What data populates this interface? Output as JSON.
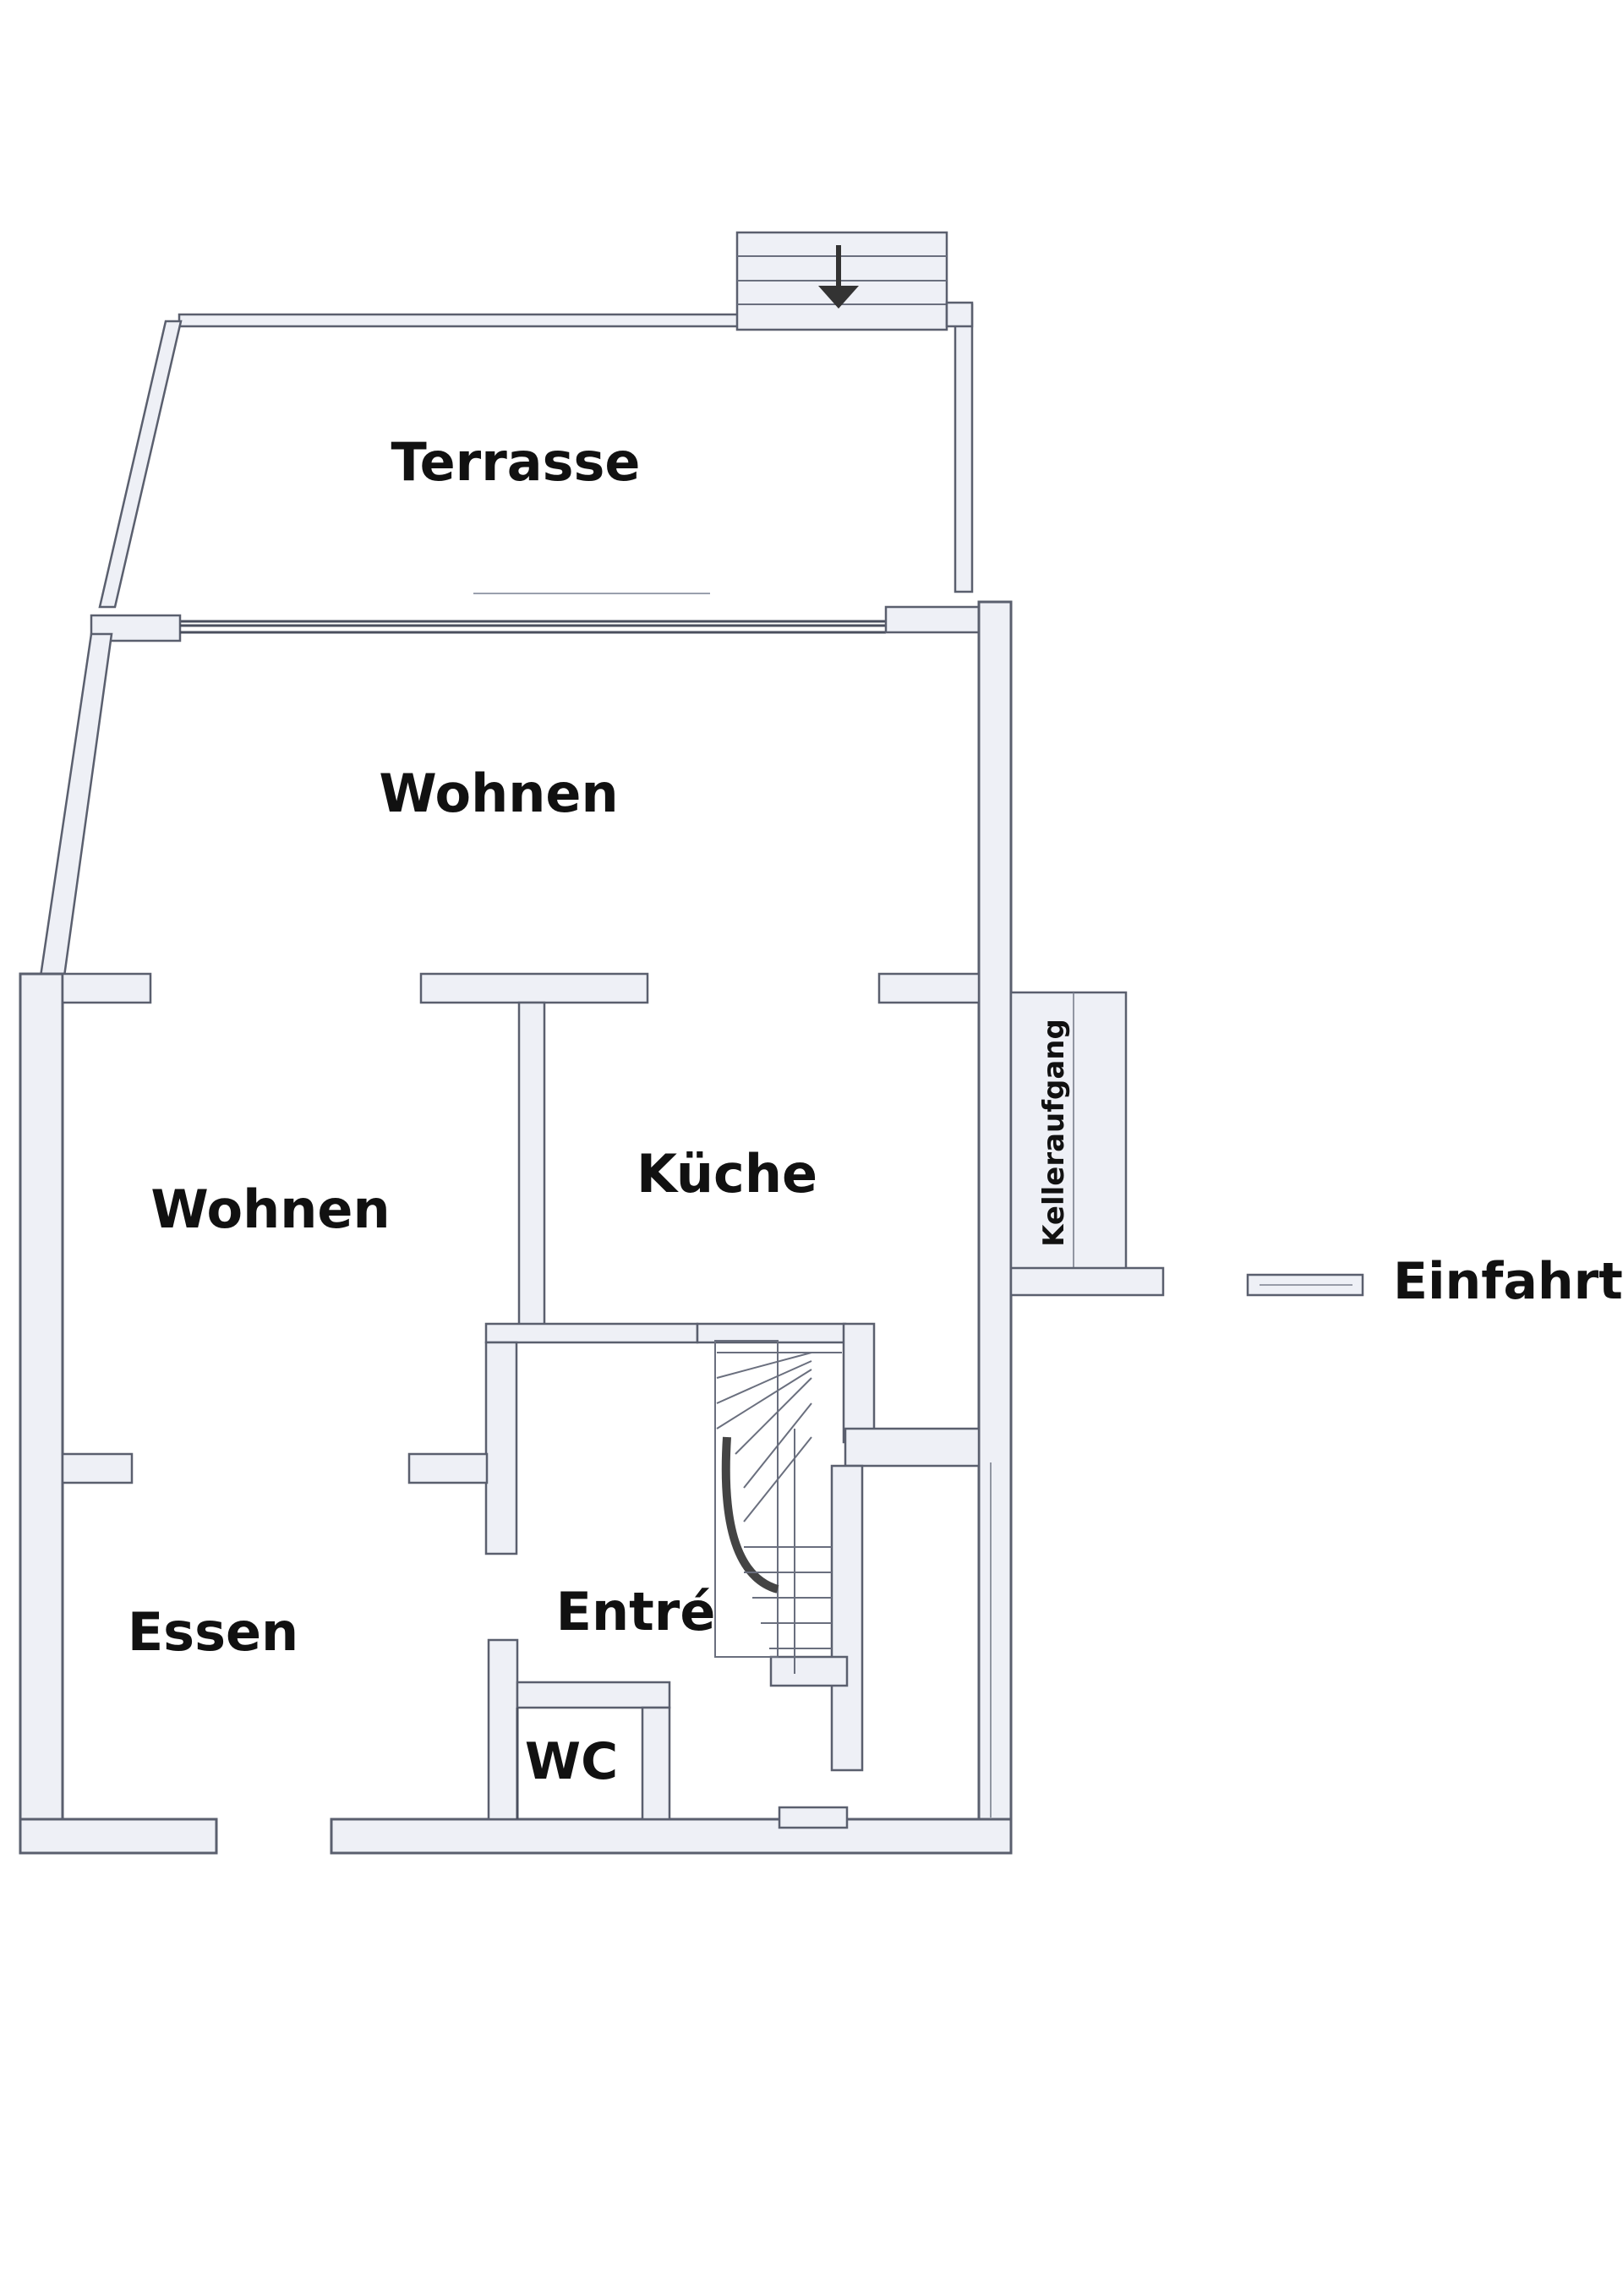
{
  "rooms": {
    "terrasse": "Terrasse",
    "wohnen_top": "Wohnen",
    "wohnen_left": "Wohnen",
    "kueche": "Küche",
    "entre": "Entré",
    "essen": "Essen",
    "wc": "WC",
    "kelleraufgang": "Kelleraufgang"
  },
  "annotations": {
    "einfahrt": "Einfahrt"
  },
  "colors": {
    "wall_fill": "#eef0f6",
    "wall_stroke": "#5a5f6e",
    "label": "#111111"
  }
}
